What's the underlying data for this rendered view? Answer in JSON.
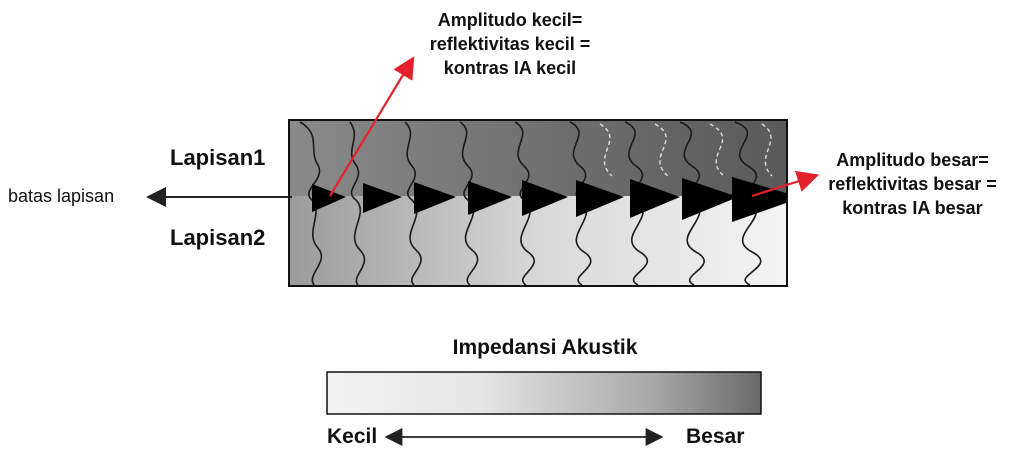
{
  "callouts": {
    "small_amplitude": {
      "line1": "Amplitudo kecil=",
      "line2": "reflektivitas kecil =",
      "line3": "kontras IA kecil"
    },
    "large_amplitude": {
      "line1": "Amplitudo besar=",
      "line2": "reflektivitas besar =",
      "line3": "kontras IA besar"
    }
  },
  "layers": {
    "upper": "Lapisan1",
    "lower": "Lapisan2",
    "boundary": "batas lapisan"
  },
  "impedance_scale": {
    "title": "Impedansi Akustik",
    "low": "Kecil",
    "high": "Besar"
  },
  "colors": {
    "arrow_red": "#e3212b",
    "scale_light": "#f2f2f2",
    "scale_dark": "#6a6a6a",
    "wiggle_fill": "#000000"
  }
}
